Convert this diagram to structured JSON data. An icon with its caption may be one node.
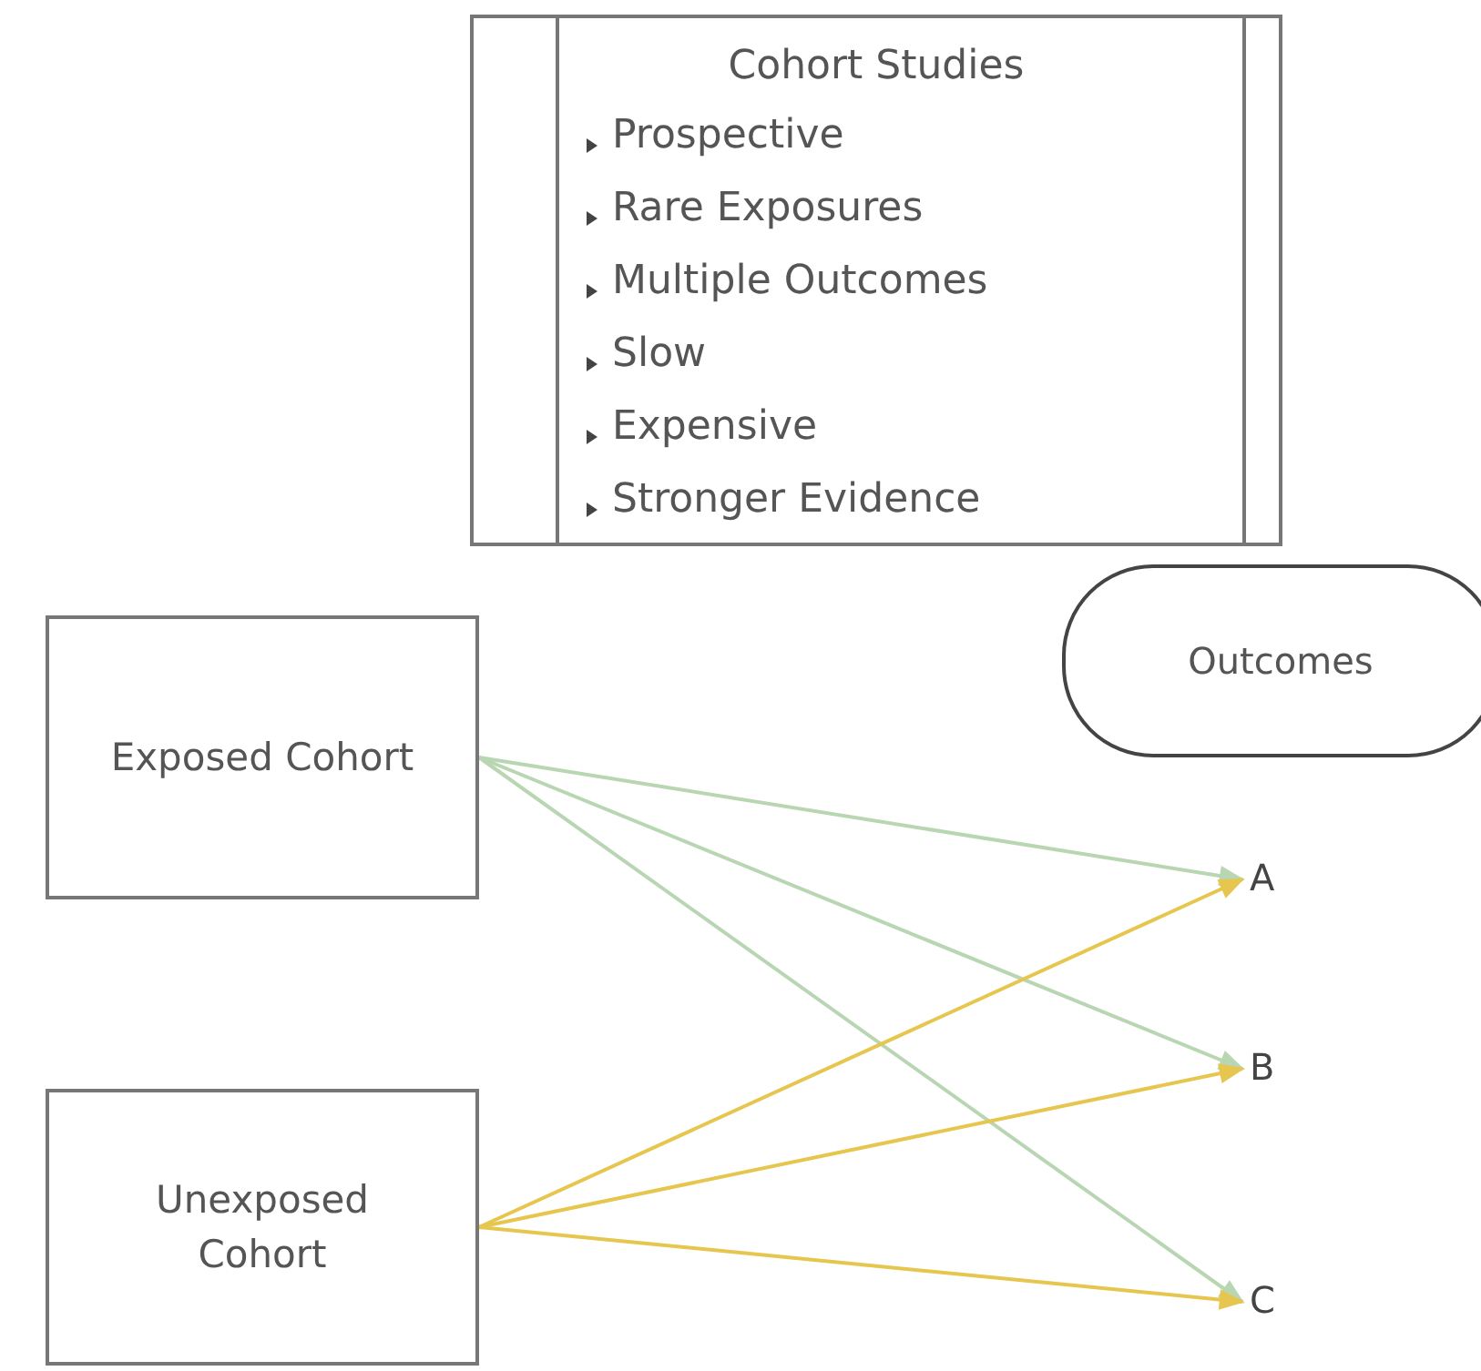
{
  "diagram": {
    "nodes": [
      {
        "text": [
          "Cohort Studies",
          "Prospective",
          "Rare Exposures",
          "Multiple Outcomes",
          "Slow",
          "Expensive",
          "Stronger Evidence"
        ]
      },
      {
        "text": [
          "Exposed Cohort"
        ]
      },
      {
        "text": [
          "Unexposed Cohort"
        ]
      },
      {
        "text": [
          "Outcomes"
        ]
      },
      {
        "text": [
          "A"
        ]
      },
      {
        "text": [
          "B"
        ]
      },
      {
        "text": [
          "C"
        ]
      }
    ],
    "edges": [
      {
        "from": 1,
        "to": 4,
        "arrow": "to",
        "color": "#b9d6b3"
      },
      {
        "from": 1,
        "to": 5,
        "arrow": "to",
        "color": "#b9d6b3"
      },
      {
        "from": 1,
        "to": 6,
        "arrow": "to",
        "color": "#b9d6b3"
      },
      {
        "from": 2,
        "to": 4,
        "arrow": "to",
        "color": "#e6c64e"
      },
      {
        "from": 2,
        "to": 5,
        "arrow": "to",
        "color": "#e6c64e"
      },
      {
        "from": 2,
        "to": 6,
        "arrow": "to",
        "color": "#e6c64e"
      }
    ]
  }
}
